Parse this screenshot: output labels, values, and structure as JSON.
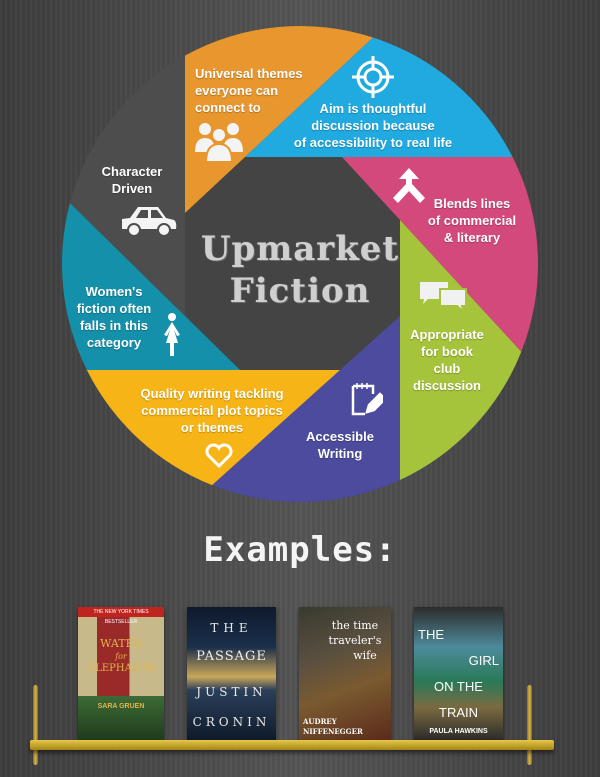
{
  "title": {
    "line1": "Upmarket",
    "line2": "Fiction"
  },
  "blades": [
    {
      "id": "universal",
      "color": "#e8962e",
      "icon": "people-icon",
      "text": [
        "Universal themes",
        "everyone can",
        "connect to"
      ]
    },
    {
      "id": "aim",
      "color": "#21aadf",
      "icon": "target-icon",
      "text": [
        "Aim is thoughtful",
        "discussion because",
        "of accessibility to real life"
      ]
    },
    {
      "id": "blends",
      "color": "#d3497b",
      "icon": "merge-arrow-icon",
      "text": [
        "Blends lines",
        "of commercial",
        "& literary"
      ]
    },
    {
      "id": "book-club",
      "color": "#a6c33c",
      "icon": "chat-bubbles-icon",
      "text": [
        "Appropriate",
        "for book",
        "club",
        "discussion"
      ]
    },
    {
      "id": "accessible",
      "color": "#4c4b9e",
      "icon": "notepad-pencil-icon",
      "text": [
        "Accessible",
        "Writing"
      ]
    },
    {
      "id": "quality",
      "color": "#f7b416",
      "icon": "heart-icon",
      "text": [
        "Quality writing tackling",
        "commercial plot topics",
        "or themes"
      ]
    },
    {
      "id": "womens",
      "color": "#1590aa",
      "icon": "woman-icon",
      "text": [
        "Women's",
        "fiction often",
        "falls in this",
        "category"
      ]
    },
    {
      "id": "character",
      "color": "#4d4d4d",
      "icon": "car-icon",
      "text": [
        "Character",
        "Driven"
      ]
    }
  ],
  "examples_heading": "Examples:",
  "books": [
    {
      "banner": "THE NEW YORK TIMES BESTSELLER",
      "title": [
        "WATER",
        "for",
        "ELEPHANTS"
      ],
      "author": "SARA GRUEN"
    },
    {
      "title": [
        "THE",
        "PASSAGE"
      ],
      "author": [
        "JUSTIN",
        "CRONIN"
      ]
    },
    {
      "title": [
        "the time",
        "traveler's",
        "wife"
      ],
      "author": [
        "AUDREY",
        "NIFFENEGGER"
      ]
    },
    {
      "title": [
        "THE",
        "GIRL",
        "ON THE",
        "TRAIN"
      ],
      "author": "PAULA HAWKINS"
    }
  ]
}
